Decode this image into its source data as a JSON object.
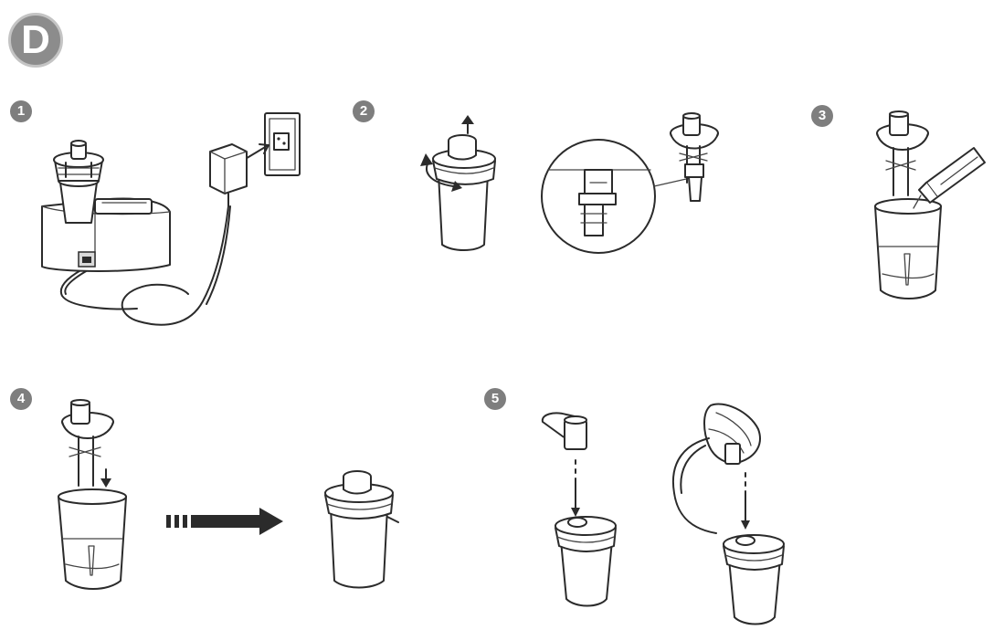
{
  "section": {
    "label": "D"
  },
  "steps": [
    {
      "number": "1",
      "icon": "nebulizer-power-connection-illustration"
    },
    {
      "number": "2",
      "icon": "nebulizer-cup-open-illustration"
    },
    {
      "number": "3",
      "icon": "medication-fill-illustration"
    },
    {
      "number": "4",
      "icon": "nebulizer-cup-close-illustration"
    },
    {
      "number": "5",
      "icon": "mouthpiece-mask-attach-illustration"
    }
  ],
  "colors": {
    "badge": "#7e7e7e",
    "section_badge": "#8c8c8c",
    "line": "#2b2b2b",
    "background": "#ffffff"
  }
}
